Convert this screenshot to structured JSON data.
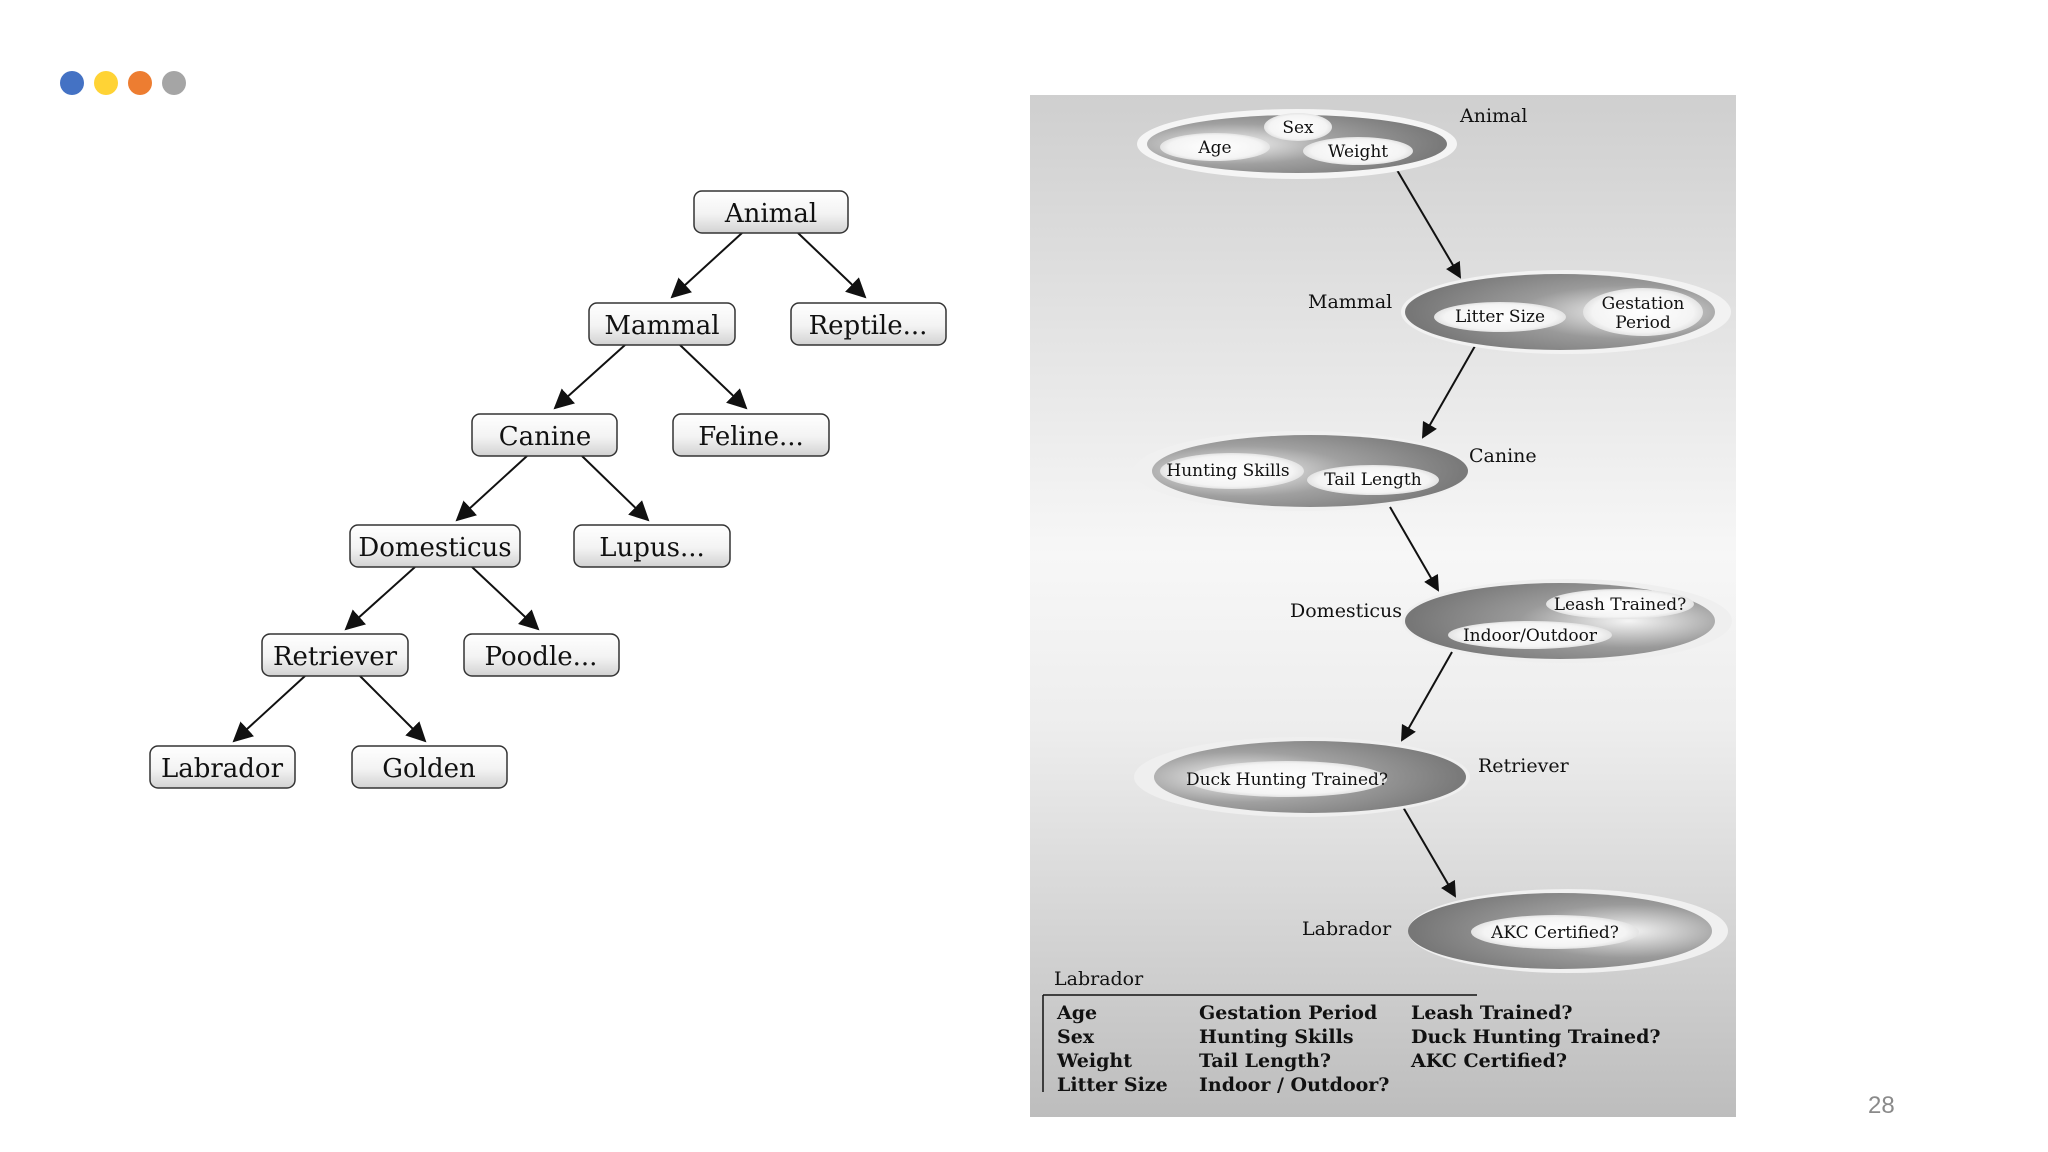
{
  "colors": {
    "dot_blue": "#4472C4",
    "dot_yellow": "#FFD335",
    "dot_orange": "#ED7D31",
    "dot_gray": "#A5A5A5"
  },
  "page_number": "28",
  "tree": {
    "nodes": [
      {
        "id": "animal",
        "label": "Animal"
      },
      {
        "id": "mammal",
        "label": "Mammal"
      },
      {
        "id": "reptile",
        "label": "Reptile..."
      },
      {
        "id": "canine",
        "label": "Canine"
      },
      {
        "id": "feline",
        "label": "Feline..."
      },
      {
        "id": "domesticus",
        "label": "Domesticus"
      },
      {
        "id": "lupus",
        "label": "Lupus..."
      },
      {
        "id": "retriever",
        "label": "Retriever"
      },
      {
        "id": "poodle",
        "label": "Poodle..."
      },
      {
        "id": "labrador",
        "label": "Labrador"
      },
      {
        "id": "golden",
        "label": "Golden"
      }
    ],
    "edges": [
      [
        "animal",
        "mammal"
      ],
      [
        "animal",
        "reptile"
      ],
      [
        "mammal",
        "canine"
      ],
      [
        "mammal",
        "feline"
      ],
      [
        "canine",
        "domesticus"
      ],
      [
        "canine",
        "lupus"
      ],
      [
        "domesticus",
        "retriever"
      ],
      [
        "domesticus",
        "poodle"
      ],
      [
        "retriever",
        "labrador"
      ],
      [
        "retriever",
        "golden"
      ]
    ]
  },
  "figure": {
    "levels": [
      {
        "name": "Animal",
        "attributes": [
          "Sex",
          "Age",
          "Weight"
        ]
      },
      {
        "name": "Mammal",
        "attributes": [
          "Litter Size",
          "Gestation Period"
        ]
      },
      {
        "name": "Canine",
        "attributes": [
          "Hunting Skills",
          "Tail Length"
        ]
      },
      {
        "name": "Domesticus",
        "attributes": [
          "Leash Trained?",
          "Indoor/Outdoor"
        ]
      },
      {
        "name": "Retriever",
        "attributes": [
          "Duck Hunting Trained?"
        ]
      },
      {
        "name": "Labrador",
        "attributes": [
          "AKC Certified?"
        ]
      }
    ],
    "gestation_lines": [
      "Gestation",
      "Period"
    ],
    "summary": {
      "title": "Labrador",
      "columns": [
        [
          "Age",
          "Sex",
          "Weight",
          "Litter Size"
        ],
        [
          "Gestation Period",
          "Hunting Skills",
          "Tail Length?",
          "Indoor / Outdoor?"
        ],
        [
          "Leash Trained?",
          "Duck Hunting Trained?",
          "AKC Certified?"
        ]
      ]
    }
  }
}
